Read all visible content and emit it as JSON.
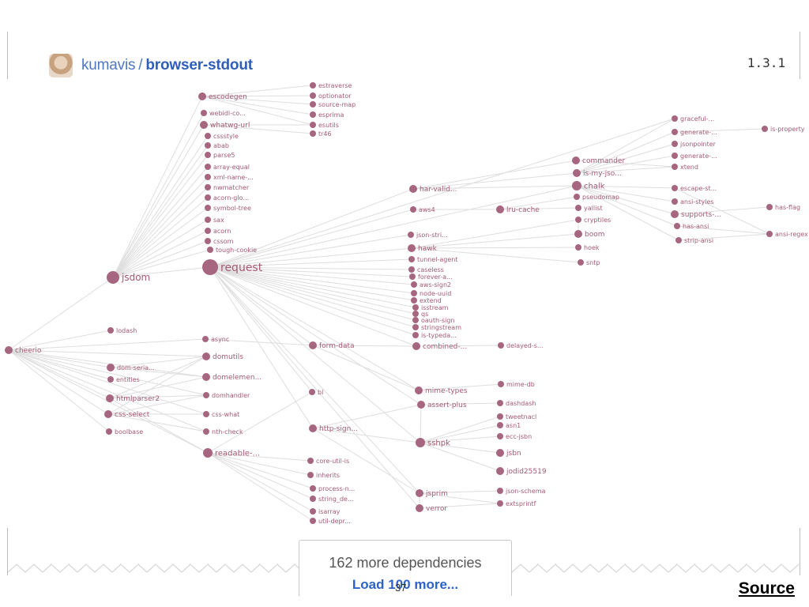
{
  "header": {
    "owner": "kumavis",
    "separator": "/",
    "repo": "browser-stdout",
    "version": "1.3.1"
  },
  "footer": {
    "more_text": "162 more dependencies",
    "load_label": "Load 100 more...",
    "page_number": "37",
    "source_label": "Source"
  },
  "colors": {
    "node": "#a6667f",
    "edge": "#dedede",
    "link": "#2d63c8"
  },
  "graph": {
    "root": "cheerio",
    "nodes": [
      "cheerio",
      "jsdom",
      "lodash",
      "dom-seria...",
      "entities",
      "htmlparser2",
      "css-select",
      "boolbase",
      "escodegen",
      "webidl-co...",
      "whatwg-url",
      "cssstyle",
      "abab",
      "parse5",
      "array-equal",
      "xml-name-...",
      "nwmatcher",
      "acorn-glo...",
      "symbol-tree",
      "sax",
      "acorn",
      "cssom",
      "tough-cookie",
      "request",
      "estraverse",
      "optionator",
      "source-map",
      "esprima",
      "esutils",
      "tr46",
      "async",
      "domutils",
      "domelemen...",
      "domhandler",
      "css-what",
      "nth-check",
      "readable-...",
      "form-data",
      "bl",
      "http-sign...",
      "har-valid...",
      "aws4",
      "lru-cache",
      "json-stri...",
      "hawk",
      "tunnel-agent",
      "caseless",
      "forever-a...",
      "aws-sign2",
      "node-uuid",
      "extend",
      "isstream",
      "qs",
      "oauth-sign",
      "stringstream",
      "is-typeda...",
      "combined-...",
      "delayed-s...",
      "mime-types",
      "mime-db",
      "assert-plus",
      "dashdash",
      "sshpk",
      "tweetnacl",
      "asn1",
      "ecc-jsbn",
      "jsbn",
      "jodid25519",
      "jsprim",
      "json-schema",
      "verror",
      "extsprintf",
      "core-util-is",
      "inherits",
      "process-n...",
      "string_de...",
      "isarray",
      "util-depr...",
      "commander",
      "is-my-jso...",
      "chalk",
      "pseudomap",
      "yallist",
      "cryptiles",
      "boom",
      "hoek",
      "sntp",
      "graceful-...",
      "generate-...",
      "is-property",
      "jsonpointer",
      "generate-...",
      "xtend",
      "escape-st...",
      "ansi-styles",
      "supports-...",
      "has-flag",
      "has-ansi",
      "ansi-regex",
      "strip-ansi"
    ]
  }
}
